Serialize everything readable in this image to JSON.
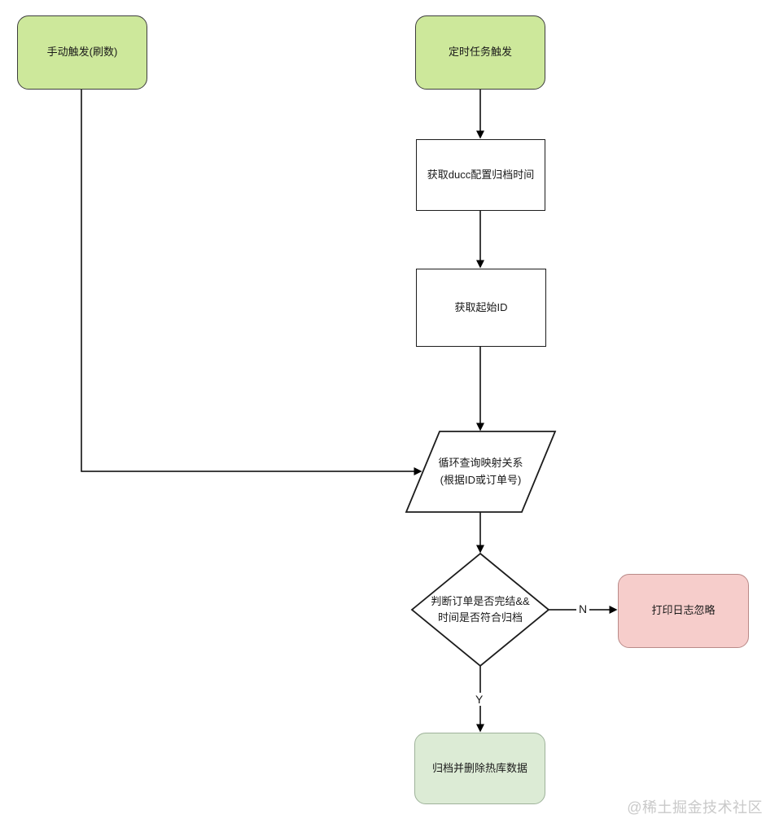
{
  "diagram": {
    "nodes": {
      "manual_trigger": {
        "label": "手动触发(刷数)"
      },
      "scheduled_trigger": {
        "label": "定时任务触发"
      },
      "get_ducc_config": {
        "label": "获取ducc配置归档时间"
      },
      "get_start_id": {
        "label": "获取起始ID"
      },
      "loop_query": {
        "line1": "循环查询映射关系",
        "line2": "(根据ID或订单号)"
      },
      "judge_order": {
        "line1": "判断订单是否完结&&",
        "line2": "时间是否符合归档"
      },
      "print_log": {
        "label": "打印日志忽略"
      },
      "archive_delete": {
        "label": "归档并删除热库数据"
      }
    },
    "edge_labels": {
      "no": "N",
      "yes": "Y"
    },
    "colors": {
      "line": "#000000",
      "shape_border": "#1c1c1c",
      "white_fill": "#ffffff",
      "lime_fill": "#cde89b",
      "lime_border": "#3d3d3d",
      "pink_fill": "#f6cdcb",
      "pink_border": "#b98a88",
      "palegreen_fill": "#dcebd5",
      "palegreen_border": "#9eb29a",
      "text": "#1a1a1a",
      "watermark": "#c9c9c9"
    }
  },
  "watermark": {
    "text": "@稀土掘金技术社区"
  }
}
